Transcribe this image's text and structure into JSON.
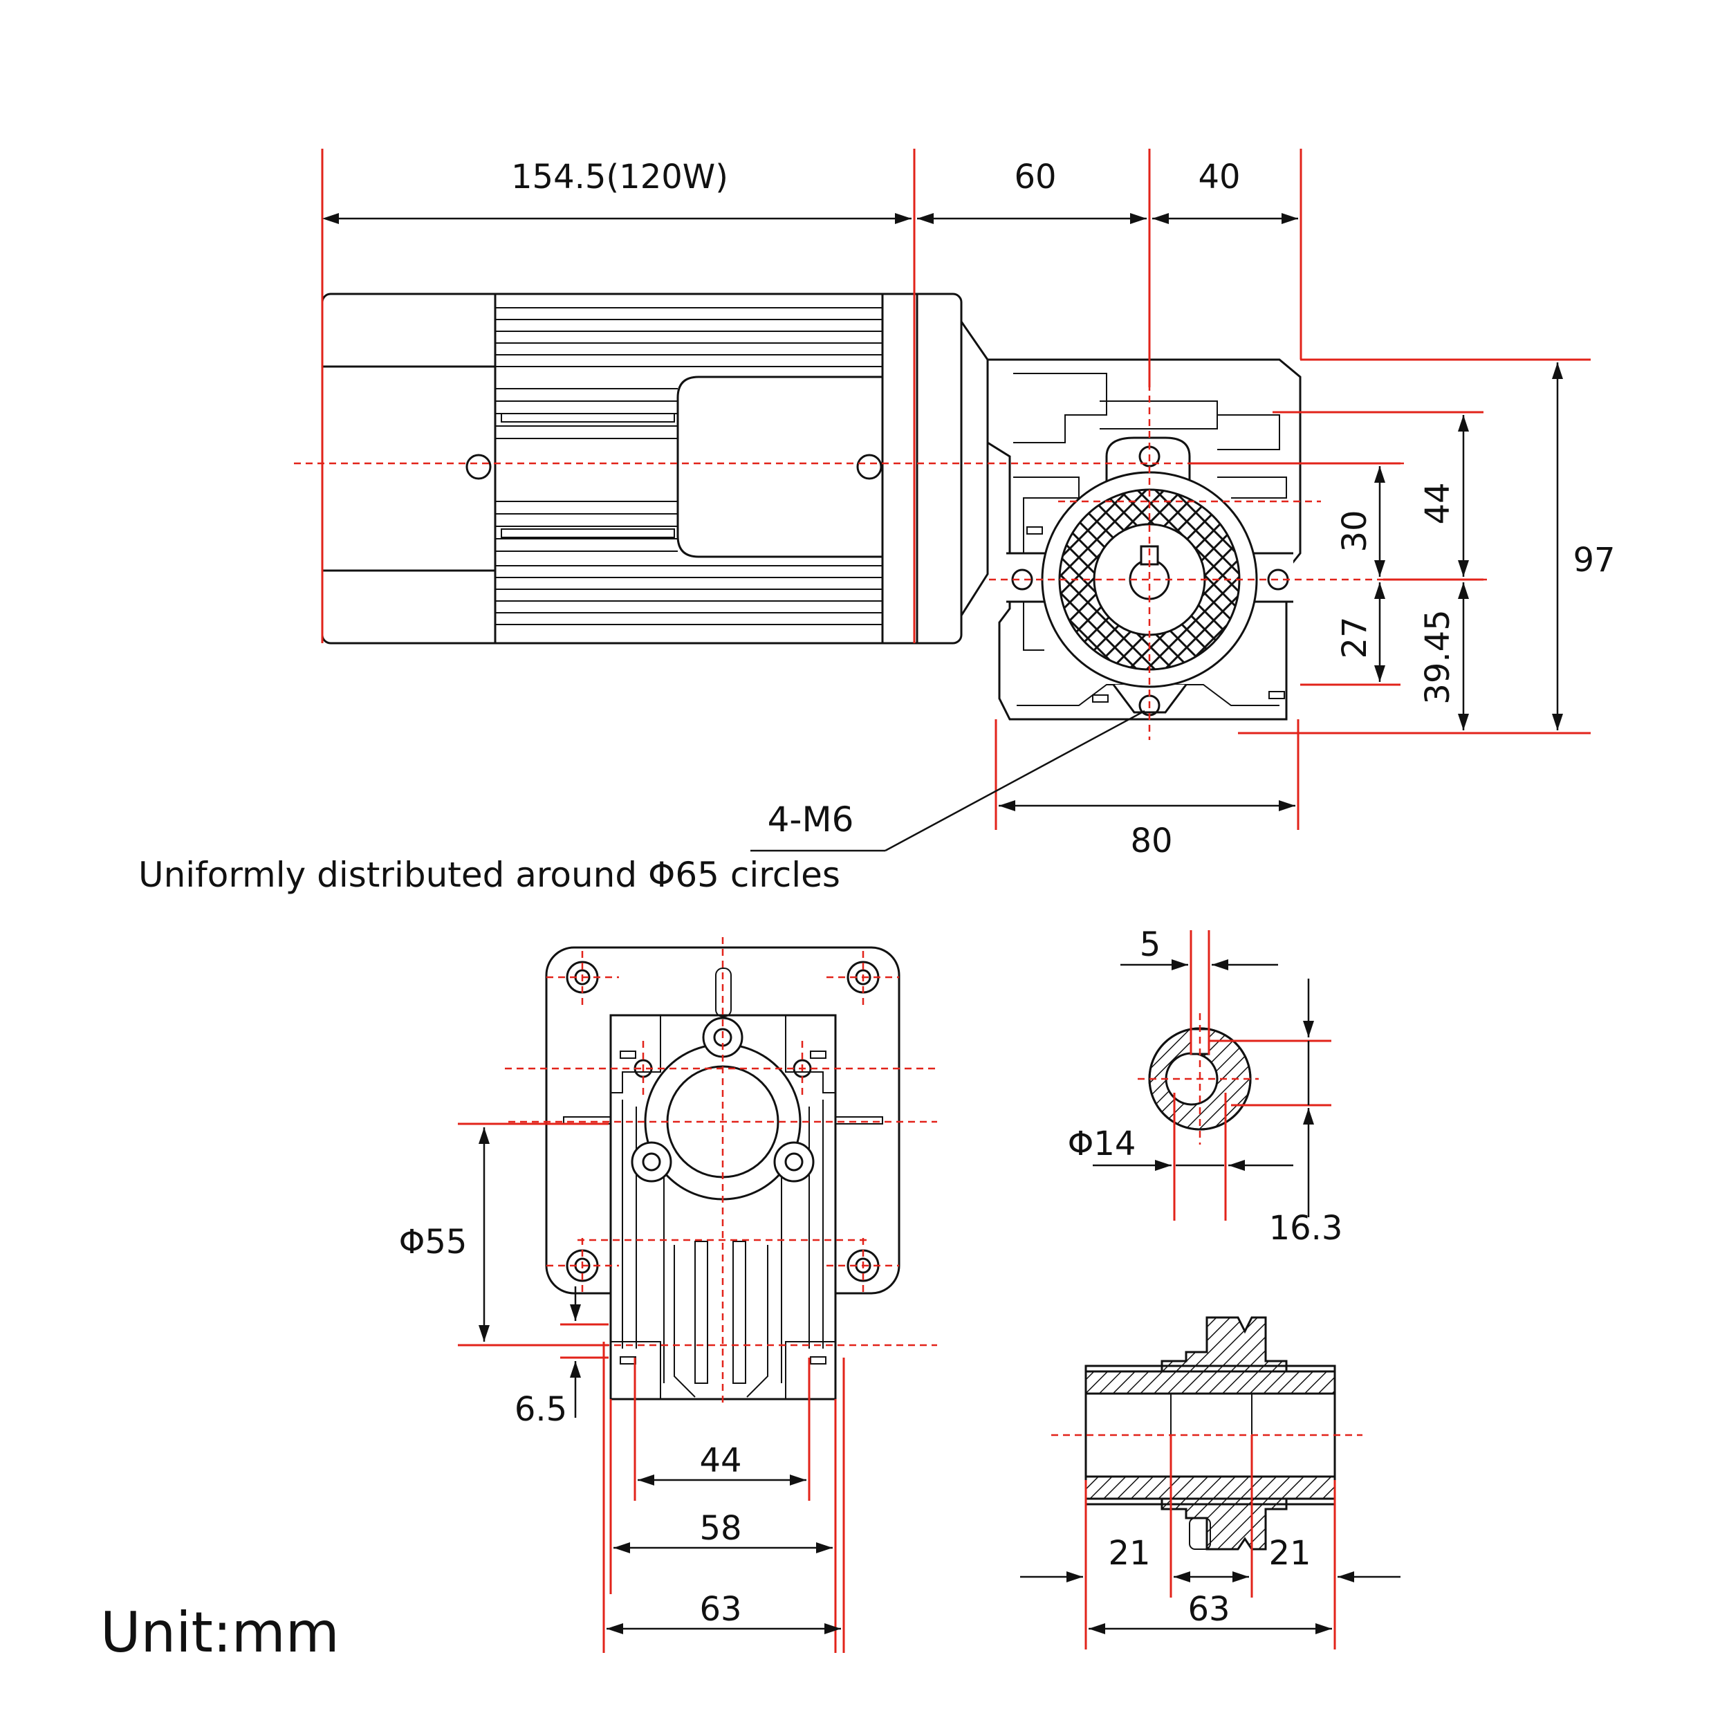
{
  "colors": {
    "outline": "#111111",
    "extension_lines": "#e2231a",
    "background": "#ffffff"
  },
  "side_view": {
    "motor_length": "154.5(120W)",
    "gear_offset": "60",
    "gear_half": "40",
    "gear_width": "80",
    "dim_97": "97",
    "dim_44": "44",
    "dim_30": "30",
    "dim_27": "27",
    "dim_39_45": "39.45"
  },
  "mounting_note": {
    "holes": "4-M6",
    "description": "Uniformly distributed around Φ65 circles"
  },
  "front_view": {
    "phi55": "Φ55",
    "dim_6_5": "6.5",
    "dim_44": "44",
    "dim_58": "58",
    "dim_63": "63"
  },
  "shaft_section": {
    "key_width": "5",
    "bore": "Φ14",
    "key_depth": "16.3"
  },
  "hub_section": {
    "left": "21",
    "right": "21",
    "total": "63"
  },
  "unit_label": "Unit:mm"
}
